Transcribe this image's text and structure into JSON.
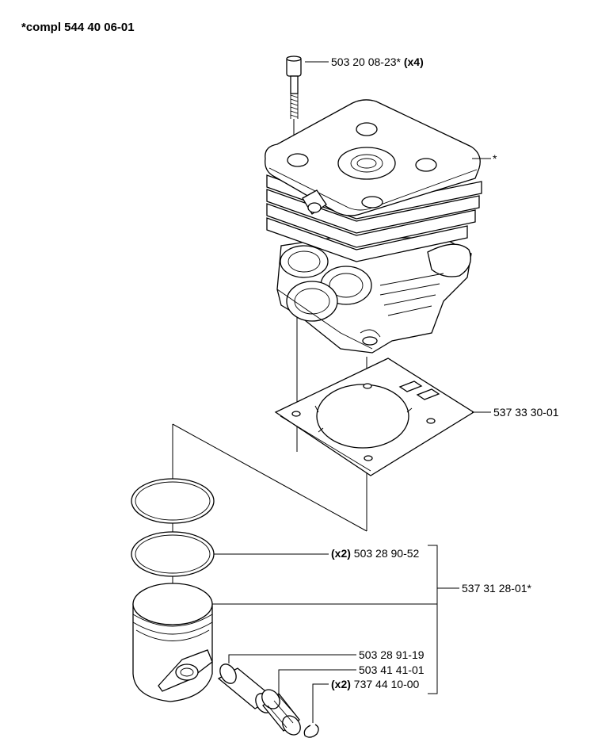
{
  "header": {
    "title": "*compl 544 40 06-01"
  },
  "callouts": {
    "bolt": {
      "part": "503 20 08-23*",
      "qty": "(x4)"
    },
    "cylinder": {
      "mark": "*"
    },
    "gasket": {
      "part": "537 33 30-01"
    },
    "rings": {
      "qty": "(x2)",
      "part": "503 28 90-52"
    },
    "piston_kit": {
      "part": "537 31 28-01*"
    },
    "pin": {
      "part": "503 28 91-19"
    },
    "bearing": {
      "part": "503 41 41-01"
    },
    "circlip": {
      "qty": "(x2)",
      "part": "737 44 10-00"
    }
  }
}
